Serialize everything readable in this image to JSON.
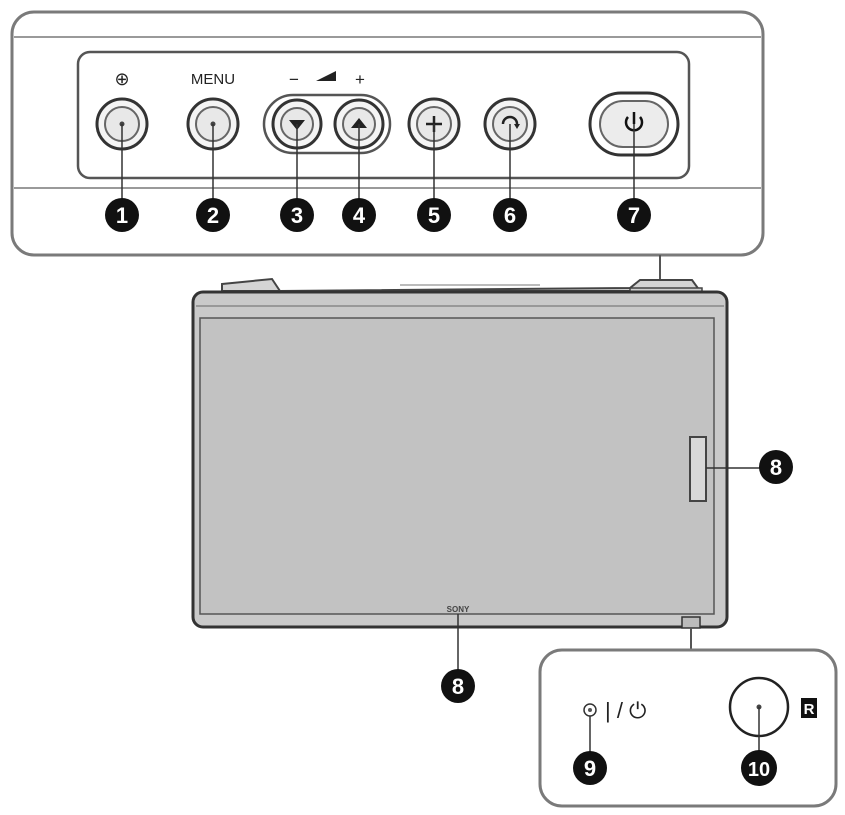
{
  "panel": {
    "input_symbol": "⊕",
    "menu_label": "MENU",
    "vol_minus": "−",
    "vol_plus": "+",
    "power_symbol": "⏻"
  },
  "callouts": {
    "n1": "1",
    "n2": "2",
    "n3": "3",
    "n4": "4",
    "n5": "5",
    "n6": "6",
    "n7": "7",
    "n8a": "8",
    "n8b": "8",
    "n9": "9",
    "n10": "10"
  },
  "tv": {
    "brand": "SONY"
  },
  "indicator": {
    "power_label": "| / ⏻",
    "remote_symbol": "R"
  }
}
